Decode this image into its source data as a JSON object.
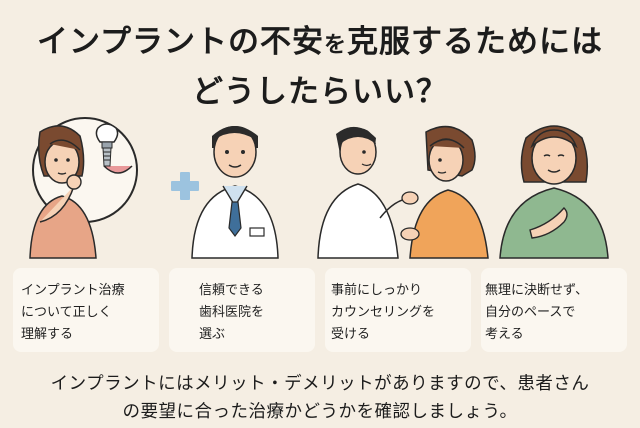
{
  "title": {
    "part1": "インプラントの不安",
    "part2": "を",
    "part3": "克服するためには",
    "line2": "どうしたらいい？"
  },
  "cards": [
    {
      "lines": [
        "インプラント治療",
        "について正しく",
        "理解する"
      ]
    },
    {
      "lines": [
        "信頼できる",
        "歯科医院を",
        "選ぶ"
      ]
    },
    {
      "lines": [
        "事前にしっかり",
        "カウンセリングを",
        "受ける"
      ]
    },
    {
      "lines": [
        "無理に決断せず、",
        "自分のペースで",
        "考える"
      ]
    }
  ],
  "footer": {
    "line1": "インプラントにはメリット・デメリットがありますので、患者さん",
    "line2": "の要望に合った治療かどうかを確認しましょう。"
  },
  "colors": {
    "background": "#f5eee3",
    "card": "#fbf7f0",
    "cross": "#9cc3df",
    "sweater_green": "#8fb890",
    "shirt_orange": "#f0a45a",
    "sweater_pink": "#e7a587"
  }
}
